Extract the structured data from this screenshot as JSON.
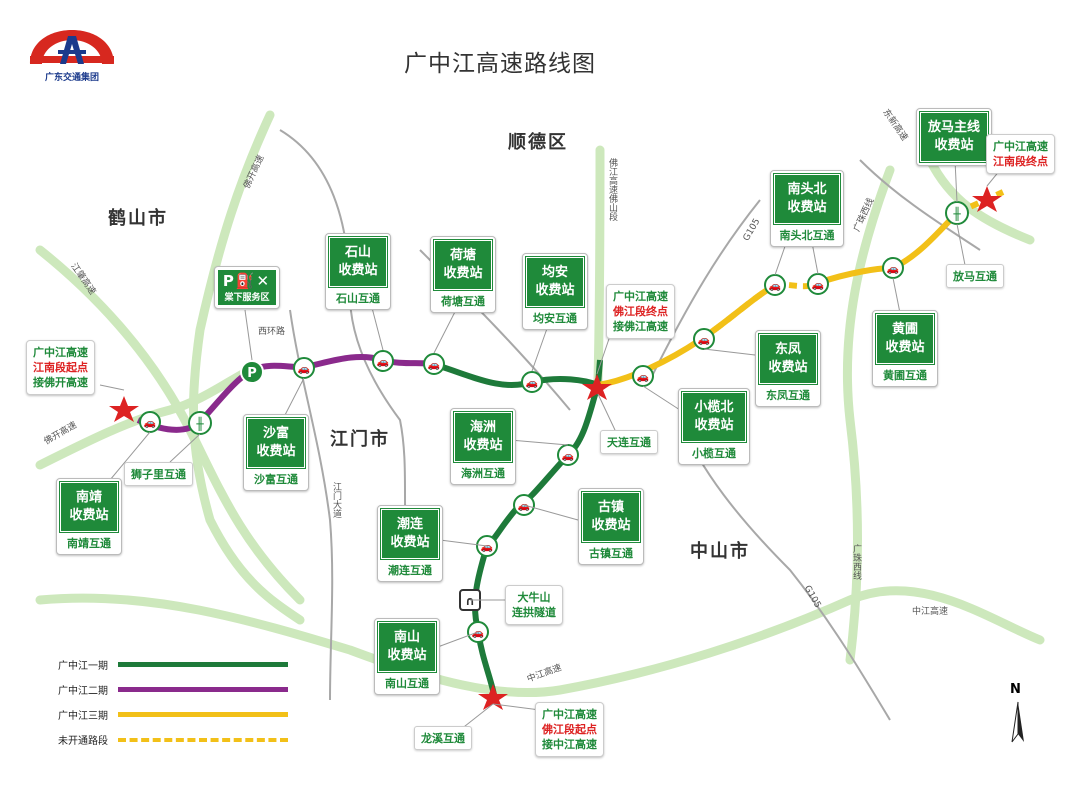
{
  "title": "广中江高速路线图",
  "logo": {
    "text": "广东交通集团",
    "colors": {
      "red": "#d7281f",
      "blue": "#1b3a8c"
    }
  },
  "colors": {
    "phase1": "#1e7a3a",
    "phase2": "#8a2a8c",
    "phase3": "#f2c018",
    "unopened": "#f2c018",
    "background_roads": "#c9e6b7",
    "sign_green": "#1f8a3a",
    "star": "#d22"
  },
  "regions": {
    "heshan": "鹤山市",
    "shunde": "顺德区",
    "jiangmen": "江门市",
    "zhongshan": "中山市"
  },
  "road_labels": {
    "jiangzhao": "江肇高速",
    "fokai_top": "佛开高速",
    "fokai_left": "佛开高速",
    "xihuan": "西环路",
    "jiangmen_blvd": "江门大道",
    "fojiang_shanduan": "佛江高速佛山段",
    "g105_top": "G105",
    "g105_bottom": "G105",
    "dongxin": "东新高速",
    "guangzhu_top": "广珠西线",
    "guangzhu_bottom": "广珠西线",
    "zhongjiang_right": "中江高速",
    "zhongjiang_left": "中江高速"
  },
  "toll_stations": {
    "nanjing": {
      "lines": [
        "南靖",
        "收费站"
      ],
      "interchange": "南靖互通"
    },
    "shafu": {
      "lines": [
        "沙富",
        "收费站"
      ],
      "interchange": "沙富互通"
    },
    "shishan": {
      "lines": [
        "石山",
        "收费站"
      ],
      "interchange": "石山互通"
    },
    "hetang": {
      "lines": [
        "荷塘",
        "收费站"
      ],
      "interchange": "荷塘互通"
    },
    "junan": {
      "lines": [
        "均安",
        "收费站"
      ],
      "interchange": "均安互通"
    },
    "haizhou": {
      "lines": [
        "海洲",
        "收费站"
      ],
      "interchange": "海洲互通"
    },
    "chaolian": {
      "lines": [
        "潮连",
        "收费站"
      ],
      "interchange": "潮连互通"
    },
    "guzhen": {
      "lines": [
        "古镇",
        "收费站"
      ],
      "interchange": "古镇互通"
    },
    "nanshan": {
      "lines": [
        "南山",
        "收费站"
      ],
      "interchange": "南山互通"
    },
    "xiaolanbei": {
      "lines": [
        "小榄北",
        "收费站"
      ],
      "interchange": "小榄互通"
    },
    "dongfeng": {
      "lines": [
        "东凤",
        "收费站"
      ],
      "interchange": "东凤互通"
    },
    "nantoubei": {
      "lines": [
        "南头北",
        "收费站"
      ],
      "interchange": "南头北互通"
    },
    "huangyuan": {
      "lines": [
        "黄圃",
        "收费站"
      ],
      "interchange": "黄圃互通"
    },
    "fangma": {
      "lines": [
        "放马主线",
        "收费站"
      ]
    }
  },
  "interchanges": {
    "shiziil": "狮子里互通",
    "tianlian": "天连互通",
    "fangma": "放马互通",
    "longxi": "龙溪互通"
  },
  "tunnel": {
    "lines": [
      "大牛山",
      "连拱隧道"
    ]
  },
  "service_area": {
    "icons": "P⛽✕",
    "name": "棠下服务区"
  },
  "notes": {
    "jiangnan_start": {
      "green1": "广中江高速",
      "red": "江南段起点",
      "green2": "接佛开高速"
    },
    "fojiang_end": {
      "green1": "广中江高速",
      "red": "佛江段终点",
      "green2": "接佛江高速"
    },
    "fojiang_start": {
      "green1": "广中江高速",
      "red": "佛江段起点",
      "green2": "接中江高速"
    },
    "jiangnan_end": {
      "green1": "广中江高速",
      "red": "江南段终点"
    }
  },
  "legend": [
    {
      "label": "广中江一期",
      "color": "#1e7a3a",
      "style": "solid"
    },
    {
      "label": "广中江二期",
      "color": "#8a2a8c",
      "style": "solid"
    },
    {
      "label": "广中江三期",
      "color": "#f2c018",
      "style": "solid"
    },
    {
      "label": "未开通路段",
      "color": "#f2c018",
      "style": "dashed"
    }
  ],
  "north": "N",
  "parking": "P",
  "tunnel_icon": "tunnel-icon"
}
